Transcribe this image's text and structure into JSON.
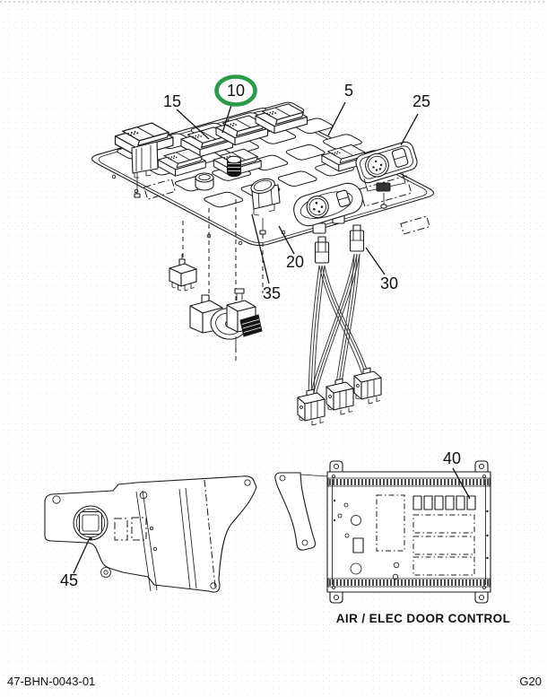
{
  "document": {
    "footer_left": "47-BHN-0043-01",
    "footer_right": "G20"
  },
  "diagram": {
    "caption": "AIR / ELEC DOOR CONTROL",
    "highlighted_callout": "10",
    "highlight_color": "#2C9B49",
    "callouts": {
      "5": "5",
      "10": "10",
      "15": "15",
      "20": "20",
      "25": "25",
      "30": "30",
      "35": "35",
      "40": "40",
      "45": "45"
    }
  }
}
